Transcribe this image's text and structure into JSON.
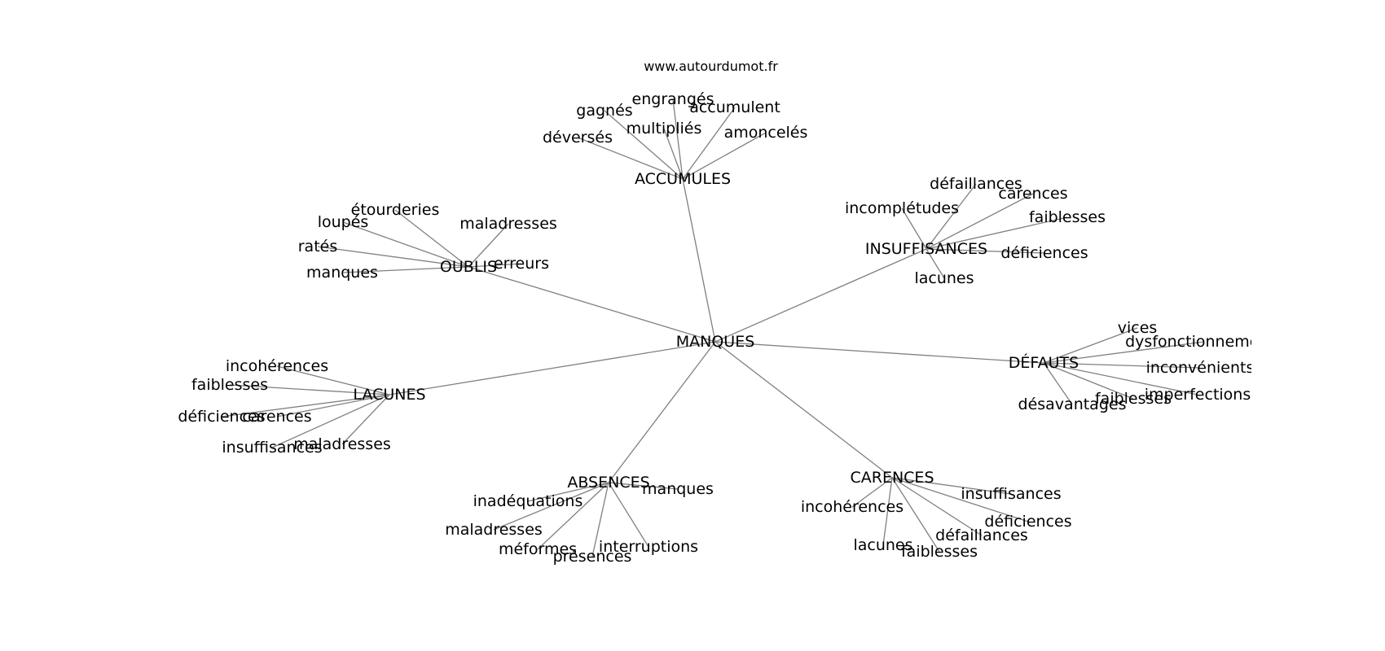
{
  "watermark": "www.autourdumot.fr",
  "graph": {
    "root": "MANQUES",
    "groups": [
      {
        "label": "ACCUMULES",
        "leaves": [
          "engrangés",
          "gagnés",
          "accumulent",
          "multipliés",
          "amoncelés",
          "déversés"
        ]
      },
      {
        "label": "INSUFFISANCES",
        "leaves": [
          "défaillances",
          "carences",
          "incomplétudes",
          "faiblesses",
          "déficiences",
          "lacunes"
        ]
      },
      {
        "label": "OUBLIS",
        "leaves": [
          "étourderies",
          "loupés",
          "maladresses",
          "ratés",
          "erreurs",
          "manques"
        ]
      },
      {
        "label": "DÉFAUTS",
        "leaves": [
          "vices",
          "dysfonctionnements",
          "inconvénients",
          "imperfections",
          "faiblesses",
          "désavantages"
        ]
      },
      {
        "label": "LACUNES",
        "leaves": [
          "incohérences",
          "faiblesses",
          "déficiences",
          "carences",
          "insuffisances",
          "maladresses"
        ]
      },
      {
        "label": "CARENCES",
        "leaves": [
          "insuffisances",
          "incohérences",
          "déficiences",
          "défaillances",
          "lacunes",
          "faiblesses"
        ]
      },
      {
        "label": "ABSENCES",
        "leaves": [
          "manques",
          "inadéquations",
          "maladresses",
          "interruptions",
          "méformes",
          "présences"
        ]
      }
    ]
  }
}
